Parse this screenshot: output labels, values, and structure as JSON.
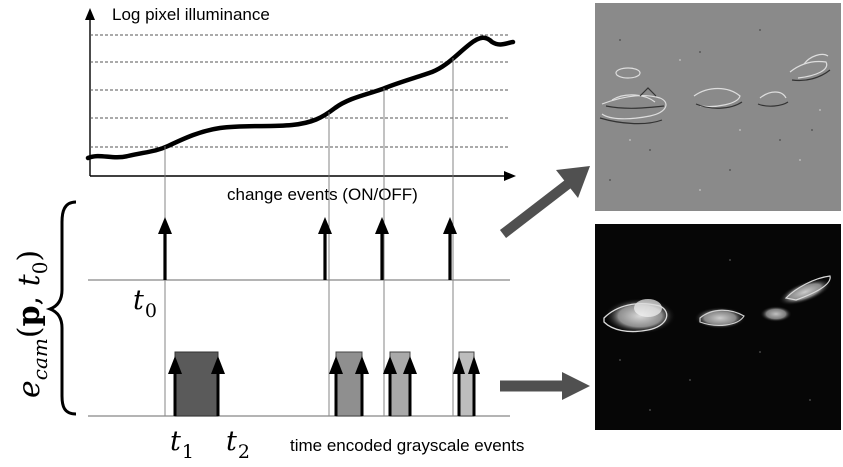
{
  "labels": {
    "plot_title": "Log pixel illuminance",
    "change_events": "change events (ON/OFF)",
    "grayscale_events": "time encoded grayscale events",
    "t0_base": "t",
    "t0_sub": "0",
    "t1_base": "t",
    "t1_sub": "1",
    "t2_base": "t",
    "t2_sub": "2",
    "side_e": "e",
    "side_sub": "cam",
    "side_args_open": "(",
    "side_p": "p",
    "side_comma": ", ",
    "side_t": "t",
    "side_t_sub": "0",
    "side_args_close": ")"
  },
  "colors": {
    "pulse_dark": "#5a5a5a",
    "pulse_mid": "#8f8f8f",
    "pulse_light": "#b4b4b4",
    "arrow_big": "#505050",
    "event_frame_bg": "#8a8a8a",
    "gray_frame_bg": "#060606"
  }
}
